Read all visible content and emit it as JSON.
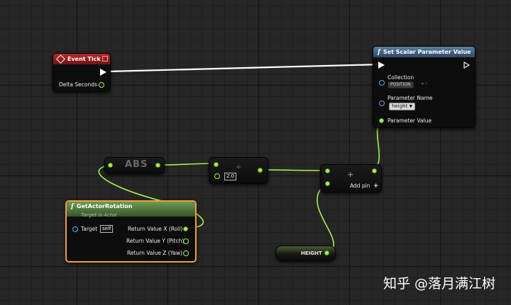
{
  "nodes": {
    "event_tick": {
      "title": "Event Tick",
      "output_label": "Delta Seconds"
    },
    "set_scalar": {
      "title": "Set Scalar Parameter Value",
      "collection_label": "Collection",
      "collection_value": "POSITION",
      "param_name_label": "Parameter Name",
      "param_name_value": "height",
      "param_value_label": "Parameter Value"
    },
    "abs": {
      "title": "ABS"
    },
    "divide": {
      "operator": "÷",
      "input_value": "2.0"
    },
    "add": {
      "operator": "+",
      "add_pin_label": "Add pin",
      "add_pin_plus": "+"
    },
    "get_actor_rotation": {
      "title": "GetActorRotation",
      "subtitle": "Target is Actor",
      "target_label": "Target",
      "target_value": "self",
      "outputs": [
        "Return Value X (Roll)",
        "Return Value Y (Pitch)",
        "Return Value Z (Yaw)"
      ]
    },
    "height": {
      "title": "HEIGHT"
    }
  },
  "watermark": "知乎 @落月满江树",
  "colors": {
    "float_pin": "#a3f24a",
    "exec_wire": "#ffffff",
    "object_pin": "#3ab4ff",
    "name_pin": "#a07ad8",
    "event_header": "#b52a2a",
    "function_header": "#5a7fa3",
    "selected_outline": "#f0a236"
  }
}
